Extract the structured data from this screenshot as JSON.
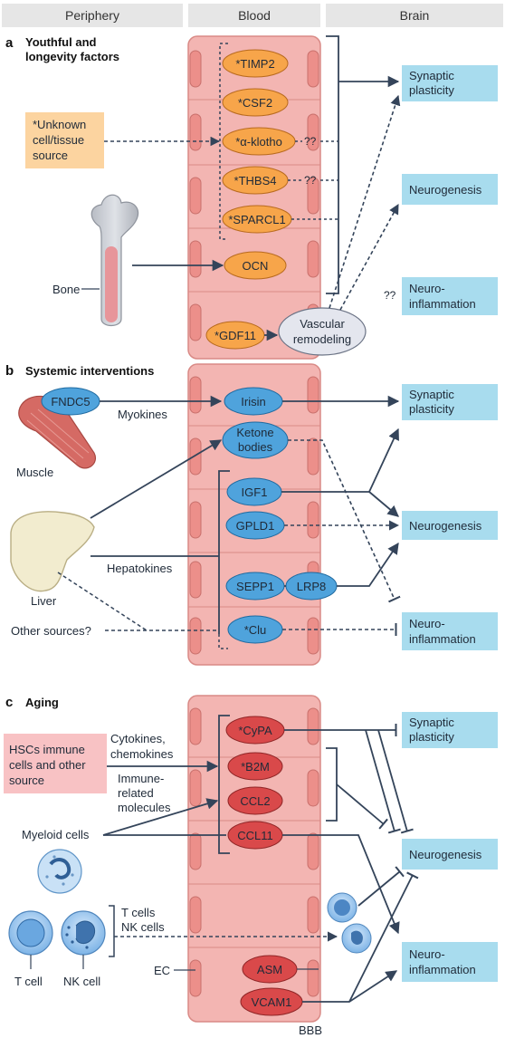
{
  "header": {
    "periphery": "Periphery",
    "blood": "Blood",
    "brain": "Brain"
  },
  "sections": {
    "a": {
      "letter": "a",
      "title_line1": "Youthful and",
      "title_line2": "longevity factors"
    },
    "b": {
      "letter": "b",
      "title": "Systemic interventions"
    },
    "c": {
      "letter": "c",
      "title": "Aging"
    }
  },
  "a": {
    "factors": [
      "*TIMP2",
      "*CSF2",
      "*α-klotho",
      "*THBS4",
      "*SPARCL1"
    ],
    "ocn": "OCN",
    "gdf11": "*GDF11",
    "vascular_line1": "Vascular",
    "vascular_line2": "remodeling",
    "unknown_line1": "*Unknown",
    "unknown_line2": "cell/tissue",
    "unknown_line3": "source",
    "bone": "Bone",
    "unknown_marks": [
      "??",
      "??",
      "??"
    ],
    "outcomes": {
      "synaptic_line1": "Synaptic",
      "synaptic_line2": "plasticity",
      "neurogenesis": "Neurogenesis",
      "neuroinfl_line1": "Neuro-",
      "neuroinfl_line2": "inflammation"
    }
  },
  "b": {
    "fndc5": "FNDC5",
    "myokines": "Myokines",
    "muscle": "Muscle",
    "irisin": "Irisin",
    "ketone_line1": "Ketone",
    "ketone_line2": "bodies",
    "igf1": "IGF1",
    "gpld1": "GPLD1",
    "sepp1": "SEPP1",
    "lrp8": "LRP8",
    "clu": "*Clu",
    "hepatokines": "Hepatokines",
    "liver": "Liver",
    "other_sources": "Other sources?",
    "outcomes": {
      "synaptic_line1": "Synaptic",
      "synaptic_line2": "plasticity",
      "neurogenesis": "Neurogenesis",
      "neuroinfl_line1": "Neuro-",
      "neuroinfl_line2": "inflammation"
    }
  },
  "c": {
    "factors": [
      "*CyPA",
      "*B2M",
      "CCL2",
      "CCL11"
    ],
    "asm": "ASM",
    "vcam1": "VCAM1",
    "hsc_line1": "HSCs immune",
    "hsc_line2": "cells and other",
    "hsc_line3": "source",
    "cytokines_line1": "Cytokines,",
    "cytokines_line2": "chemokines",
    "immune_line1": "Immune-",
    "immune_line2": "related",
    "immune_line3": "molecules",
    "myeloid": "Myeloid cells",
    "tcells": "T cells",
    "nkcells": "NK cells",
    "tcell": "T cell",
    "nkcell": "NK cell",
    "ec": "EC",
    "bbb": "BBB",
    "outcomes": {
      "synaptic_line1": "Synaptic",
      "synaptic_line2": "plasticity",
      "neurogenesis": "Neurogenesis",
      "neuroinfl_line1": "Neuro-",
      "neuroinfl_line2": "inflammation"
    }
  },
  "colors": {
    "vessel": "#f3b5b2",
    "vessel_edge": "#d98a86",
    "cell": "#e8807b",
    "orange_pill": "#f7a54a",
    "blue_pill": "#4fa3dc",
    "red_pill": "#d9494a",
    "cyan_box": "#a8dcee",
    "peach_box": "#fcd4a0",
    "pink_box": "#f8c2c4",
    "header_bg": "#e6e6e6",
    "arrow": "#34445a"
  }
}
